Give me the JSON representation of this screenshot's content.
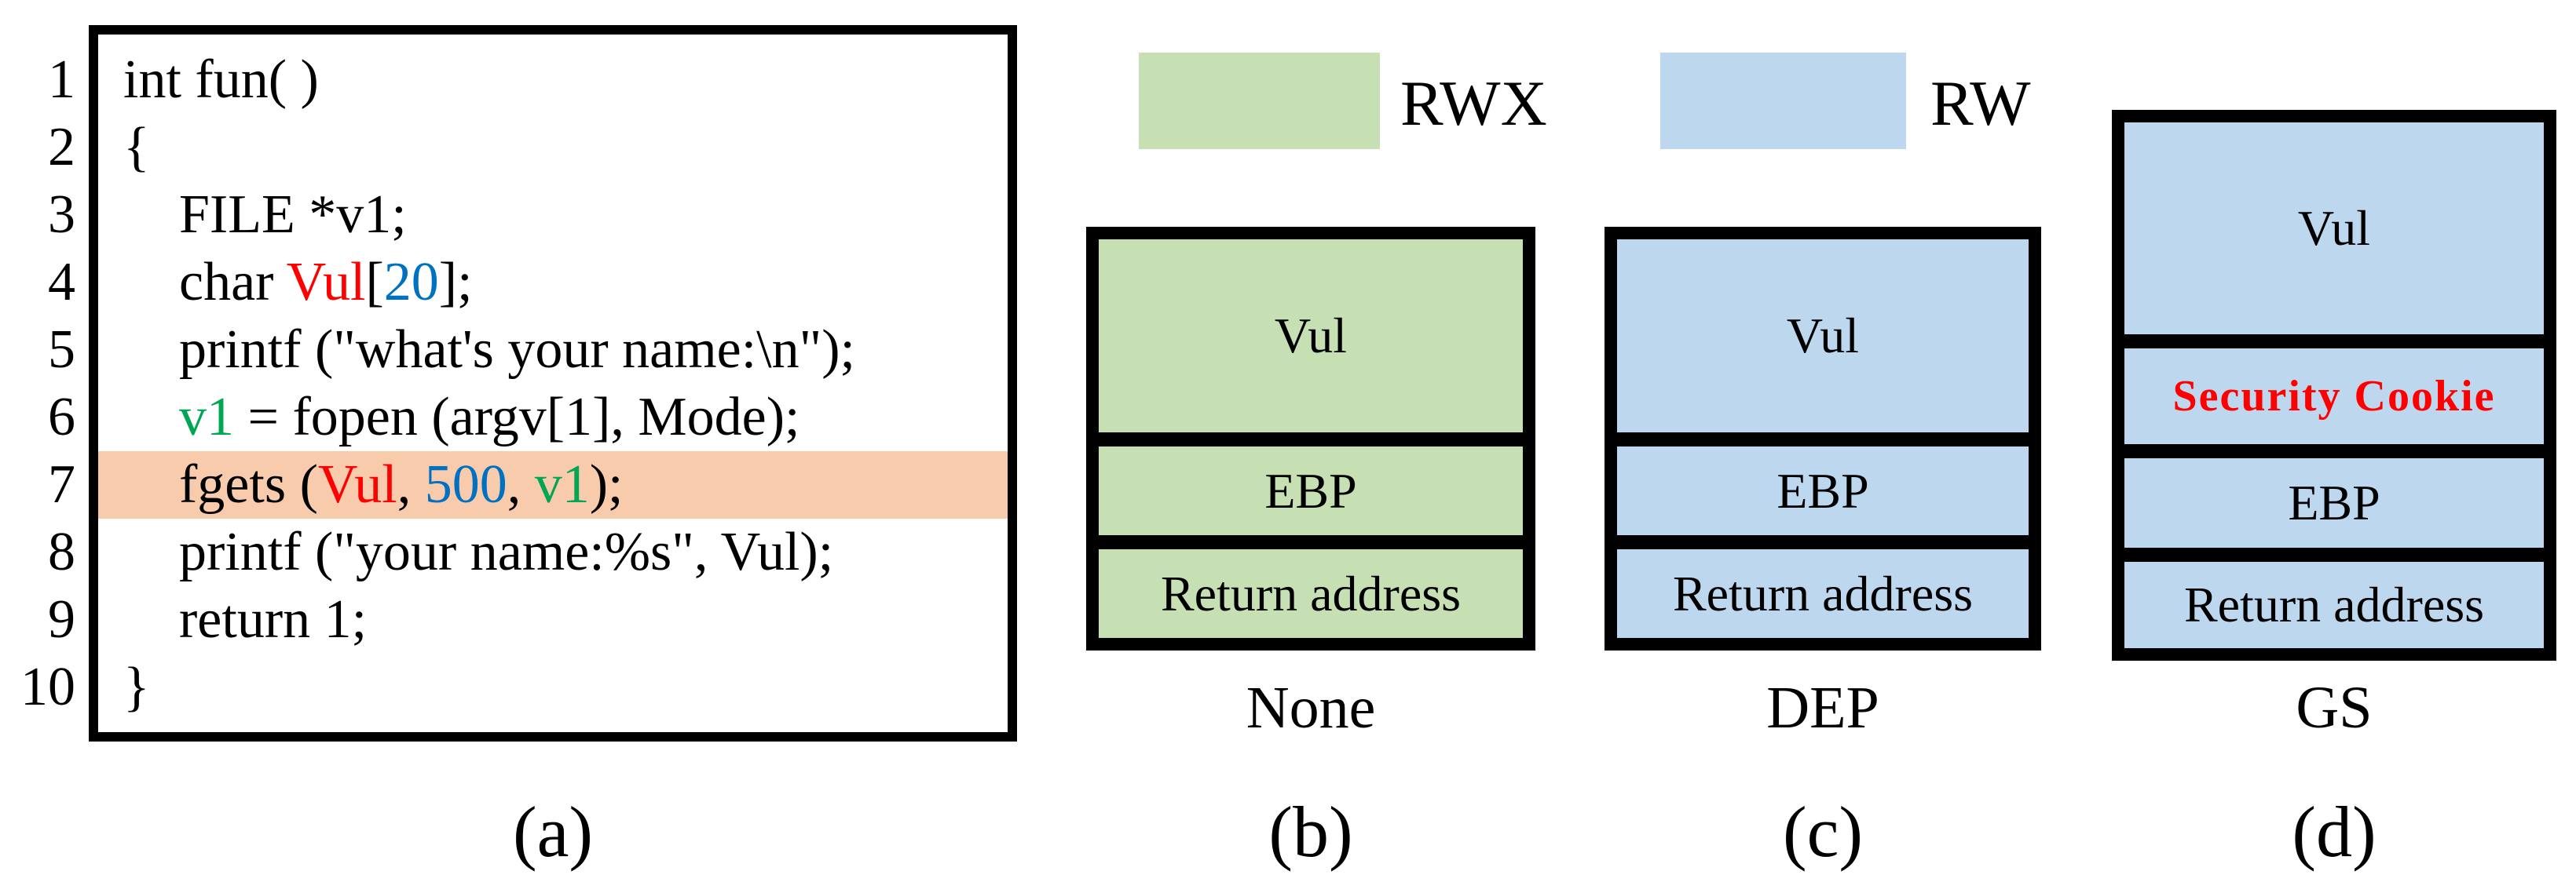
{
  "colors": {
    "red": "#ff0000",
    "blue": "#0070c0",
    "green": "#00a651",
    "highlight": "#f8cbad",
    "rwx_fill": "#c6e0b4",
    "rw_fill": "#bdd7ee",
    "border": "#000000"
  },
  "code_panel": {
    "caption": "(a)",
    "highlighted_line_number": "7",
    "line_numbers": [
      "1",
      "2",
      "3",
      "4",
      "5",
      "6",
      "7",
      "8",
      "9",
      "10"
    ],
    "lines": [
      {
        "indent": false,
        "segments": [
          {
            "text": "int fun( )"
          }
        ]
      },
      {
        "indent": false,
        "segments": [
          {
            "text": "{"
          }
        ]
      },
      {
        "indent": true,
        "segments": [
          {
            "text": "FILE *v1;"
          }
        ]
      },
      {
        "indent": true,
        "segments": [
          {
            "text": "char "
          },
          {
            "text": "Vul",
            "color": "red"
          },
          {
            "text": "["
          },
          {
            "text": "20",
            "color": "blue"
          },
          {
            "text": "];"
          }
        ]
      },
      {
        "indent": true,
        "segments": [
          {
            "text": "printf (\"what's your name:\\n\");"
          }
        ]
      },
      {
        "indent": true,
        "segments": [
          {
            "text": "v1",
            "color": "green"
          },
          {
            "text": " = fopen (argv[1], Mode);"
          }
        ]
      },
      {
        "indent": true,
        "segments": [
          {
            "text": "fgets ("
          },
          {
            "text": "Vul",
            "color": "red"
          },
          {
            "text": ", "
          },
          {
            "text": "500",
            "color": "blue"
          },
          {
            "text": ", "
          },
          {
            "text": "v1",
            "color": "green"
          },
          {
            "text": ");"
          }
        ]
      },
      {
        "indent": true,
        "segments": [
          {
            "text": "printf (\"your name:%s\", Vul);"
          }
        ]
      },
      {
        "indent": true,
        "segments": [
          {
            "text": "return 1;"
          }
        ]
      },
      {
        "indent": false,
        "segments": [
          {
            "text": "}"
          }
        ]
      }
    ]
  },
  "legend": {
    "items": [
      {
        "label": "RWX",
        "color": "#c6e0b4"
      },
      {
        "label": "RW",
        "color": "#bdd7ee"
      }
    ]
  },
  "stacks": [
    {
      "id": "b",
      "fill": "#c6e0b4",
      "protection": "None",
      "caption": "(b)",
      "cells": [
        {
          "label": "Vul"
        },
        {
          "label": "EBP"
        },
        {
          "label": "Return address"
        }
      ]
    },
    {
      "id": "c",
      "fill": "#bdd7ee",
      "protection": "DEP",
      "caption": "(c)",
      "cells": [
        {
          "label": "Vul"
        },
        {
          "label": "EBP"
        },
        {
          "label": "Return address"
        }
      ]
    },
    {
      "id": "d",
      "fill": "#bdd7ee",
      "protection": "GS",
      "caption": "(d)",
      "cells": [
        {
          "label": "Vul"
        },
        {
          "label": "Security Cookie",
          "emphasis": true
        },
        {
          "label": "EBP"
        },
        {
          "label": "Return address"
        }
      ]
    }
  ]
}
